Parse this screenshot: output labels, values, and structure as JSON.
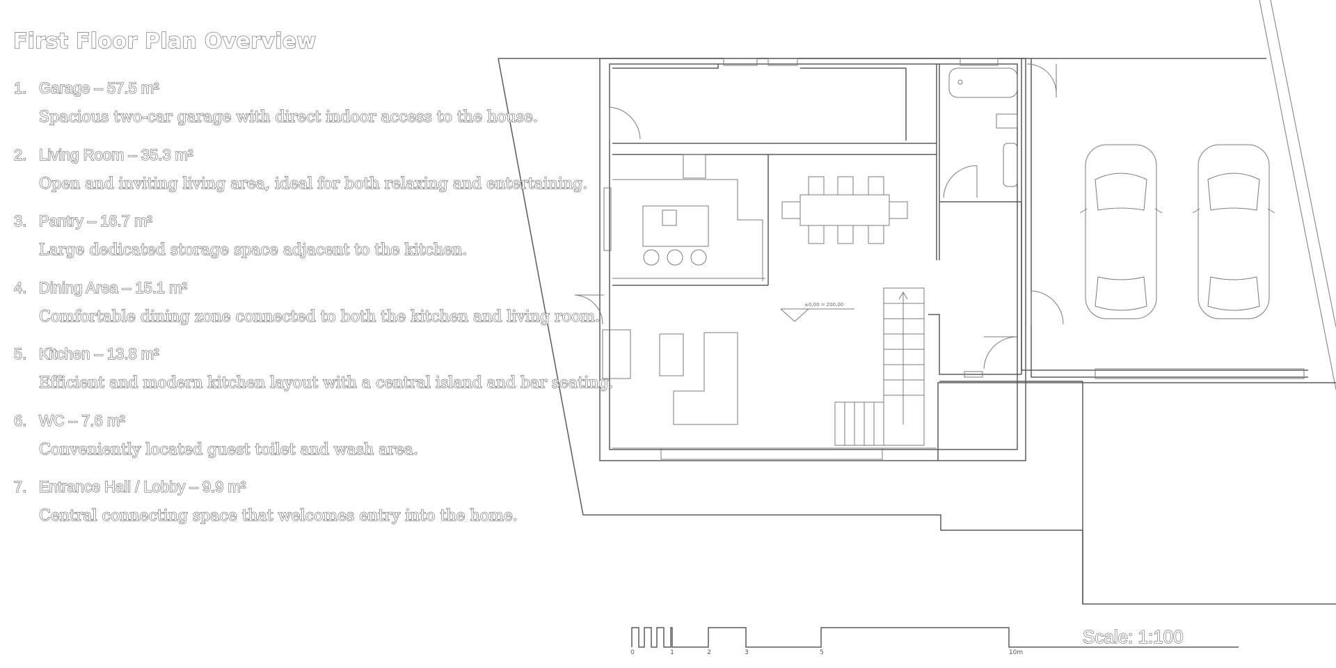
{
  "title": "First Floor Plan Overview",
  "rooms": [
    {
      "num": "1.",
      "name": "Garage",
      "area": "57.5 m²",
      "desc": "Spacious two-car garage with direct indoor access to the house."
    },
    {
      "num": "2.",
      "name": "Living Room",
      "area": "35.3 m²",
      "desc": "Open and inviting living area, ideal for both relaxing and entertaining."
    },
    {
      "num": "3.",
      "name": "Pantry",
      "area": "16.7 m²",
      "desc": "Large dedicated storage space adjacent to the kitchen."
    },
    {
      "num": "4.",
      "name": "Dining Area",
      "area": "15.1 m²",
      "desc": "Comfortable dining zone connected to both the kitchen and living room."
    },
    {
      "num": "5.",
      "name": "Kitchen",
      "area": "13.8 m²",
      "desc": "Efficient and modern kitchen layout with a central island and bar seating."
    },
    {
      "num": "6.",
      "name": "WC",
      "area": "7.6 m²",
      "desc": "Conveniently located guest toilet and wash area."
    },
    {
      "num": "7.",
      "name": "Entrance Hall / Lobby",
      "area": "9.9 m²",
      "desc": "Central connecting space that welcomes entry into the home."
    }
  ],
  "scale_bar": {
    "ticks": [
      "0",
      "1",
      "2",
      "3",
      "5",
      "10m"
    ]
  },
  "scale_label": "Scale: 1:100",
  "level_marker": "±0,00 = 200,00"
}
